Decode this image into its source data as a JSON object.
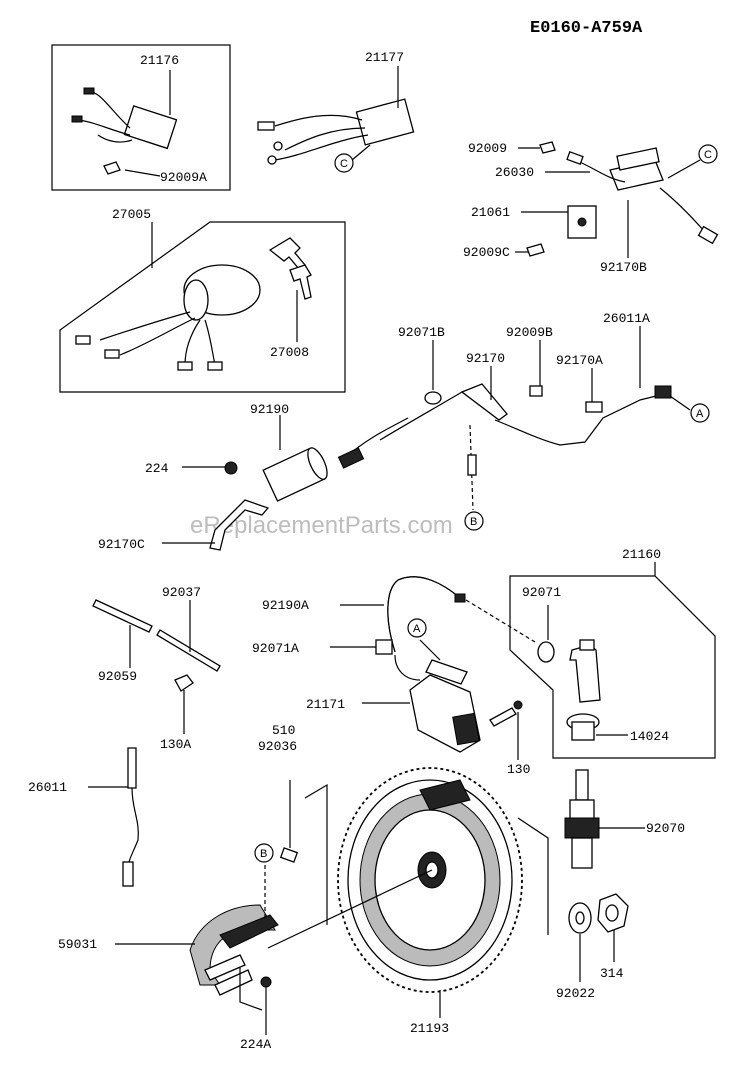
{
  "diagram_code": "E0160-A759A",
  "watermark": "eReplacementParts.com",
  "callouts": {
    "a": "A",
    "b": "B",
    "c": "C"
  },
  "parts": {
    "p21176": "21176",
    "p92009A": "92009A",
    "p21177": "21177",
    "p92009": "92009",
    "p26030": "26030",
    "p21061": "21061",
    "p92009C": "92009C",
    "p92170B": "92170B",
    "p27005": "27005",
    "p27008": "27008",
    "p92071B": "92071B",
    "p92009B": "92009B",
    "p26011A": "26011A",
    "p92170": "92170",
    "p92170A": "92170A",
    "p92190": "92190",
    "p224": "224",
    "p92170C": "92170C",
    "p21160": "21160",
    "p92037": "92037",
    "p92190A": "92190A",
    "p92071": "92071",
    "p92071A": "92071A",
    "p92059": "92059",
    "p21171": "21171",
    "p130A": "130A",
    "p14024": "14024",
    "p510": "510",
    "p92036": "92036",
    "p130": "130",
    "p26011": "26011",
    "p92070": "92070",
    "p59031": "59031",
    "p314": "314",
    "p92022": "92022",
    "p224A": "224A",
    "p21193": "21193"
  }
}
